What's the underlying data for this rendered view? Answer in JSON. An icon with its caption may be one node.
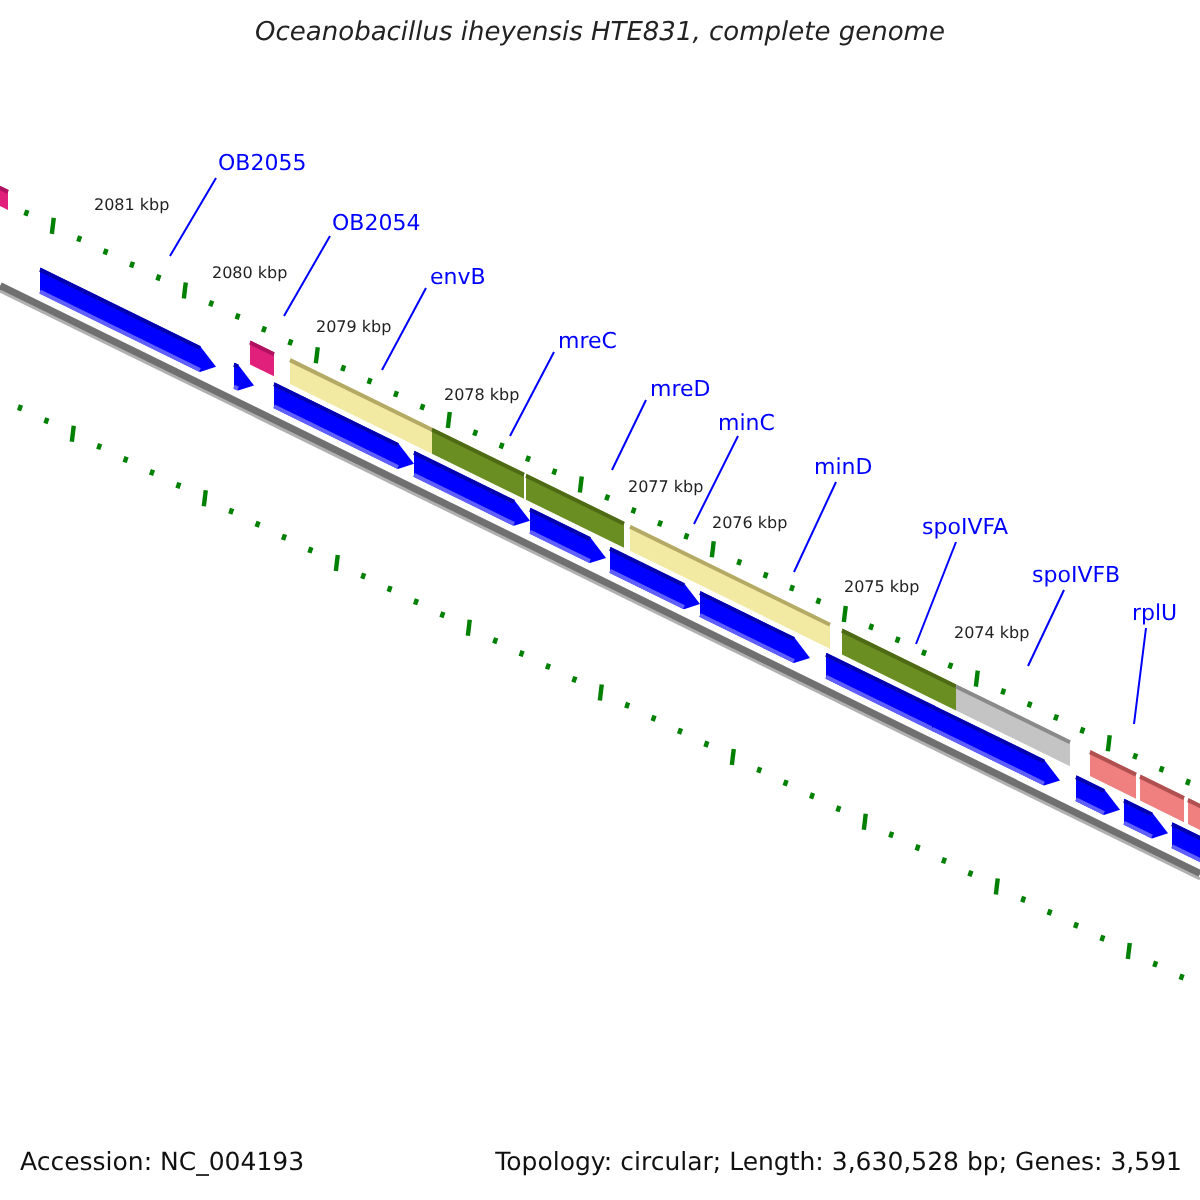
{
  "diagram": {
    "title": "Oceanobacillus iheyensis HTE831, complete genome",
    "nodes": [
      {
        "text": [
          "OB2055"
        ]
      },
      {
        "text": [
          "OB2054"
        ]
      },
      {
        "text": [
          "envB"
        ]
      },
      {
        "text": [
          "mreC"
        ]
      },
      {
        "text": [
          "mreD"
        ]
      },
      {
        "text": [
          "minC"
        ]
      },
      {
        "text": [
          "minD"
        ]
      },
      {
        "text": [
          "spoIVFA"
        ]
      },
      {
        "text": [
          "spoIVFB"
        ]
      },
      {
        "text": [
          "rplU"
        ]
      }
    ],
    "edges": [
      {
        "from": 0,
        "to": null,
        "arrow": "none"
      },
      {
        "from": 1,
        "to": null,
        "arrow": "none"
      },
      {
        "from": 2,
        "to": null,
        "arrow": "none"
      },
      {
        "from": 3,
        "to": null,
        "arrow": "none"
      },
      {
        "from": 4,
        "to": null,
        "arrow": "none"
      },
      {
        "from": 5,
        "to": null,
        "arrow": "none"
      },
      {
        "from": 6,
        "to": null,
        "arrow": "none"
      },
      {
        "from": 7,
        "to": null,
        "arrow": "none"
      },
      {
        "from": 8,
        "to": null,
        "arrow": "none"
      },
      {
        "from": 9,
        "to": null,
        "arrow": "none"
      }
    ],
    "labels": [
      "2081 kbp",
      "2080 kbp",
      "2079 kbp",
      "2078 kbp",
      "2077 kbp",
      "2076 kbp",
      "2075 kbp",
      "2074 kbp",
      "Accession: NC_004193",
      "Topology: circular; Length: 3,630,528 bp; Genes: 3,591"
    ]
  }
}
